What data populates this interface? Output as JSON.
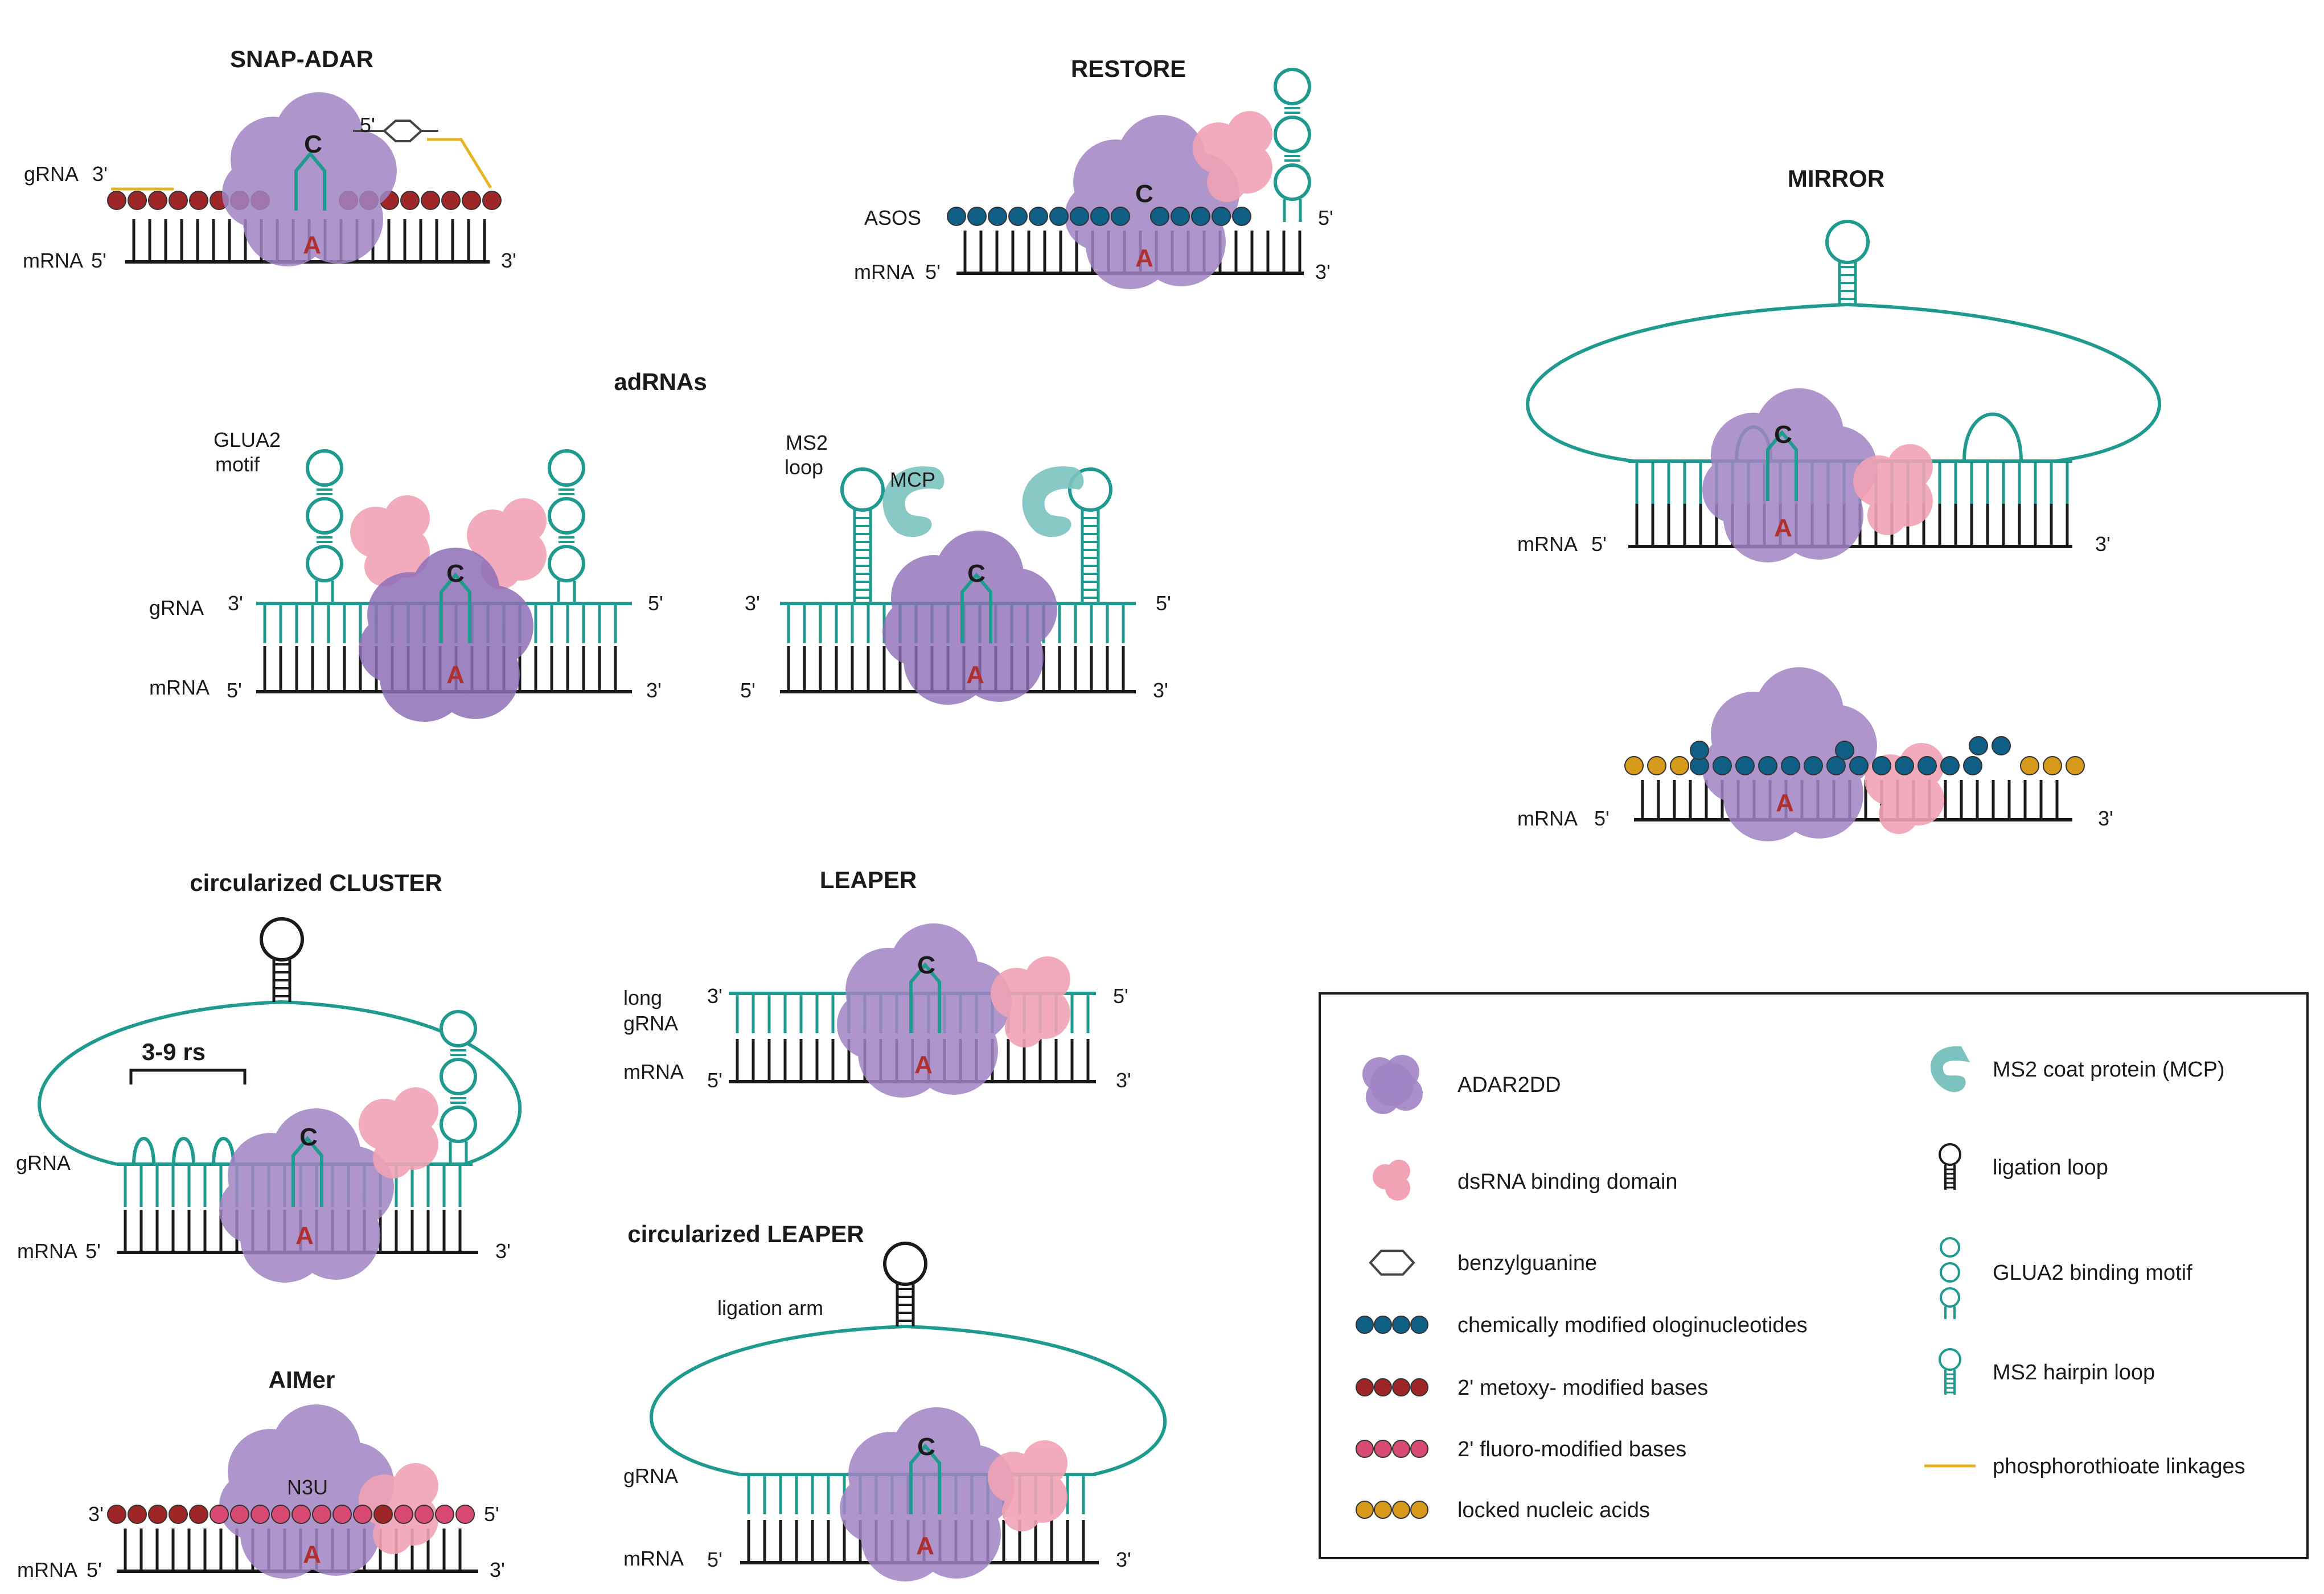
{
  "colors": {
    "teal": "#1f9a8f",
    "adar": "#a184c4",
    "dsrbd": "#f1a3b5",
    "mcp": "#7cc3bf",
    "blue_oligo": "#0f5f86",
    "methoxy": "#9e2626",
    "fluoro": "#d84a72",
    "lna": "#d79a1a",
    "phosphorothioate": "#e6b422",
    "base_A": "#b03030"
  },
  "panels": {
    "snap_adar": {
      "title": "SNAP-ADAR",
      "grna": "gRNA",
      "mrna": "mRNA",
      "p5": "5'",
      "p3": "3'",
      "grna3": "3'",
      "top5": "5'",
      "base_c": "C",
      "base_a": "A"
    },
    "restore": {
      "title": "RESTORE",
      "asos": "ASOS",
      "mrna": "mRNA",
      "p5": "5'",
      "p3": "3'",
      "top5": "5'",
      "base_c": "C",
      "base_a": "A"
    },
    "mirror": {
      "title": "MIRROR",
      "mrna": "mRNA",
      "p5": "5'",
      "p3": "3'",
      "base_c": "C",
      "base_a": "A",
      "mrna2": "mRNA",
      "p5b": "5'",
      "p3b": "3'",
      "base_a2": "A"
    },
    "adrnas": {
      "title": "adRNAs",
      "glua2": "GLUA2",
      "motif": "motif",
      "grna": "gRNA",
      "mrna": "mRNA",
      "g3": "3'",
      "g5": "5'",
      "m5": "5'",
      "m3": "3'",
      "ms2": "MS2",
      "loop": "loop",
      "mcp": "MCP",
      "base_c": "C",
      "base_a": "A"
    },
    "cluster": {
      "title": "circularized CLUSTER",
      "rs": "3-9 rs",
      "grna": "gRNA",
      "mrna": "mRNA",
      "p5": "5'",
      "p3": "3'",
      "base_c": "C",
      "base_a": "A"
    },
    "leaper": {
      "title": "LEAPER",
      "long": "long",
      "grna": "gRNA",
      "mrna": "mRNA",
      "g3": "3'",
      "g5": "5'",
      "m5": "5'",
      "m3": "3'",
      "base_c": "C",
      "base_a": "A"
    },
    "circ_leaper": {
      "title": "circularized LEAPER",
      "arm": "ligation arm",
      "grna": "gRNA",
      "mrna": "mRNA",
      "m5": "5'",
      "m3": "3'",
      "base_c": "C",
      "base_a": "A"
    },
    "aimer": {
      "title": "AIMer",
      "n3u": "N3U",
      "mrna": "mRNA",
      "g3": "3'",
      "g5": "5'",
      "m5": "5'",
      "m3": "3'",
      "base_a": "A"
    }
  },
  "legend": {
    "left": [
      {
        "icon": "adar-icon",
        "label": "ADAR2DD"
      },
      {
        "icon": "dsrbd-icon",
        "label": "dsRNA binding domain"
      },
      {
        "icon": "benzene-icon",
        "label": "benzylguanine"
      },
      {
        "icon": "blue-beads-icon",
        "label": "chemically modified ologinucleotides"
      },
      {
        "icon": "red-beads-icon",
        "label": "2' metoxy- modified bases"
      },
      {
        "icon": "pink-beads-icon",
        "label": "2' fluoro-modified bases"
      },
      {
        "icon": "orange-beads-icon",
        "label": "locked nucleic acids"
      }
    ],
    "right": [
      {
        "icon": "mcp-icon",
        "label": "MS2 coat protein (MCP)"
      },
      {
        "icon": "ligation-loop-icon",
        "label": "ligation loop"
      },
      {
        "icon": "glua2-motif-icon",
        "label": "GLUA2 binding motif"
      },
      {
        "icon": "ms2-hairpin-icon",
        "label": "MS2 hairpin loop"
      },
      {
        "icon": "phosphorothioate-line-icon",
        "label": "phosphorothioate linkages"
      }
    ]
  }
}
